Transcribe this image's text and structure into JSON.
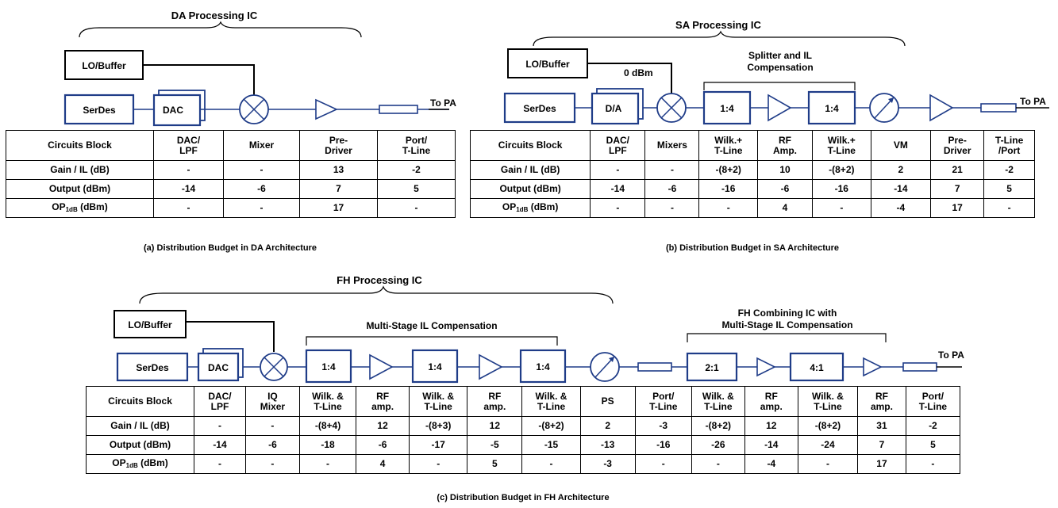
{
  "diagram_a": {
    "title": "DA Processing IC",
    "lo_buffer": "LO/Buffer",
    "serdes": "SerDes",
    "dac": "DAC",
    "to_pa": "To PA",
    "caption": "(a) Distribution Budget in DA  Architecture",
    "table": {
      "rows": [
        [
          "Circuits Block",
          "DAC/ LPF",
          "Mixer",
          "Pre- Driver",
          "Port/ T-Line"
        ],
        [
          "Gain / IL (dB)",
          "-",
          "-",
          "13",
          "-2"
        ],
        [
          "Output (dBm)",
          "-14",
          "-6",
          "7",
          "5"
        ],
        [
          "OP1dB (dBm)",
          "-",
          "-",
          "17",
          "-"
        ]
      ]
    }
  },
  "diagram_b": {
    "title": "SA Processing IC",
    "lo_buffer": "LO/Buffer",
    "lo_power": "0 dBm",
    "serdes": "SerDes",
    "da": "D/A",
    "splitter_label_1": "Splitter and IL",
    "splitter_label_2": "Compensation",
    "split1": "1:4",
    "split2": "1:4",
    "to_pa": "To PA",
    "caption": "(b) Distribution Budget in SA  Architecture",
    "table": {
      "rows": [
        [
          "Circuits Block",
          "DAC/ LPF",
          "Mixers",
          "Wilk.+ T-Line",
          "RF Amp.",
          "Wilk.+ T-Line",
          "VM",
          "Pre- Driver",
          "T-Line /Port"
        ],
        [
          "Gain / IL (dB)",
          "-",
          "-",
          "-(8+2)",
          "10",
          "-(8+2)",
          "2",
          "21",
          "-2"
        ],
        [
          "Output (dBm)",
          "-14",
          "-6",
          "-16",
          "-6",
          "-16",
          "-14",
          "7",
          "5"
        ],
        [
          "OP1dB (dBm)",
          "-",
          "-",
          "-",
          "4",
          "-",
          "-4",
          "17",
          "-"
        ]
      ]
    }
  },
  "diagram_c": {
    "title": "FH Processing IC",
    "lo_buffer": "LO/Buffer",
    "serdes": "SerDes",
    "dac": "DAC",
    "multistage": "Multi-Stage IL Compensation",
    "split1": "1:4",
    "split2": "1:4",
    "split3": "1:4",
    "combining_1": "FH Combining IC with",
    "combining_2": "Multi-Stage IL Compensation",
    "comb1": "2:1",
    "comb2": "4:1",
    "to_pa": "To PA",
    "caption": "(c) Distribution Budget in FH Architecture",
    "table": {
      "rows": [
        [
          "Circuits Block",
          "DAC/ LPF",
          "IQ Mixer",
          "Wilk. & T-Line",
          "RF amp.",
          "Wilk. & T-Line",
          "RF amp.",
          "Wilk. & T-Line",
          "PS",
          "Port/ T-Line",
          "Wilk. & T-Line",
          "RF amp.",
          "Wilk. & T-Line",
          "RF amp.",
          "Port/ T-Line"
        ],
        [
          "Gain / IL (dB)",
          "-",
          "-",
          "-(8+4)",
          "12",
          "-(8+3)",
          "12",
          "-(8+2)",
          "2",
          "-3",
          "-(8+2)",
          "12",
          "-(8+2)",
          "31",
          "-2"
        ],
        [
          "Output (dBm)",
          "-14",
          "-6",
          "-18",
          "-6",
          "-17",
          "-5",
          "-15",
          "-13",
          "-16",
          "-26",
          "-14",
          "-24",
          "7",
          "5"
        ],
        [
          "OP1dB (dBm)",
          "-",
          "-",
          "-",
          "4",
          "-",
          "5",
          "-",
          "-3",
          "-",
          "-",
          "-4",
          "-",
          "17",
          "-"
        ]
      ]
    }
  }
}
